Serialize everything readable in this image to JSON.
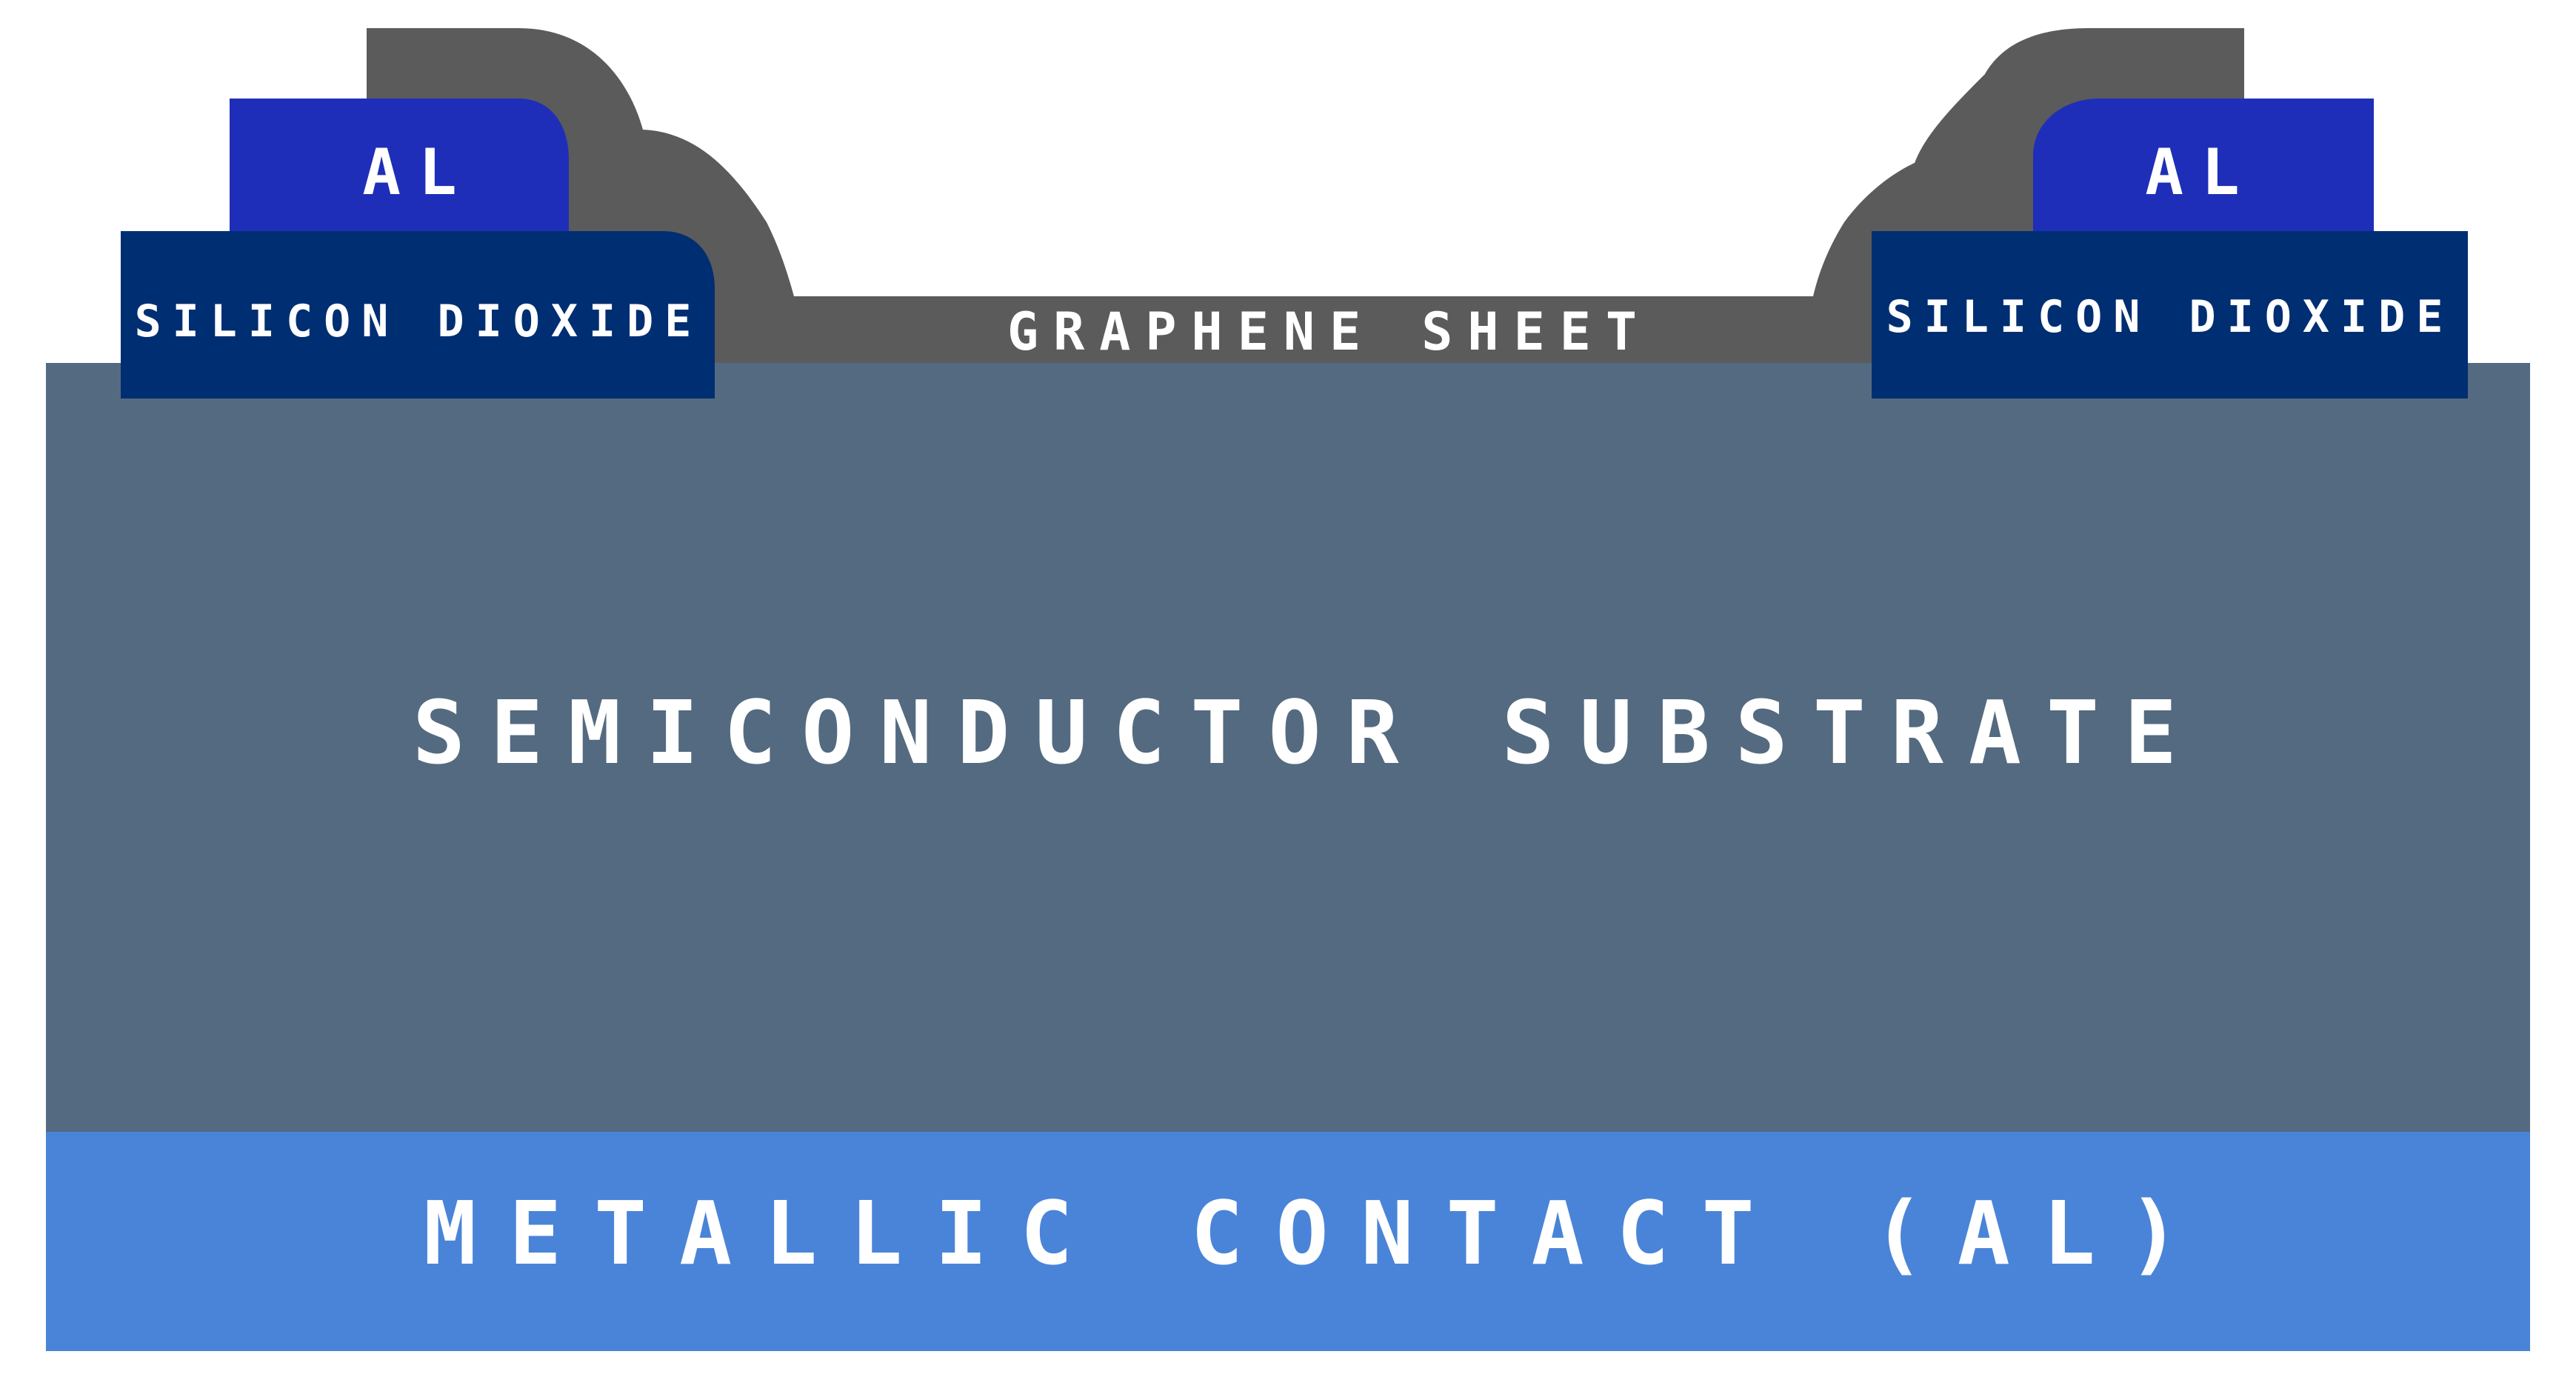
{
  "colors": {
    "background": "#ffffff",
    "substrate": "#546a80",
    "metal_contact": "#4a84d8",
    "oxide": "#002e72",
    "al_pad": "#1f2eb8",
    "graphene": "#5b5b5b",
    "label": "#ffffff"
  },
  "labels": {
    "al_left": "AL",
    "al_right": "AL",
    "oxide_left": "SILICON DIOXIDE",
    "oxide_right": "SILICON DIOXIDE",
    "graphene": "GRAPHENE SHEET",
    "substrate": "SEMICONDUCTOR SUBSTRATE",
    "contact": "METALLIC CONTACT (AL)"
  }
}
